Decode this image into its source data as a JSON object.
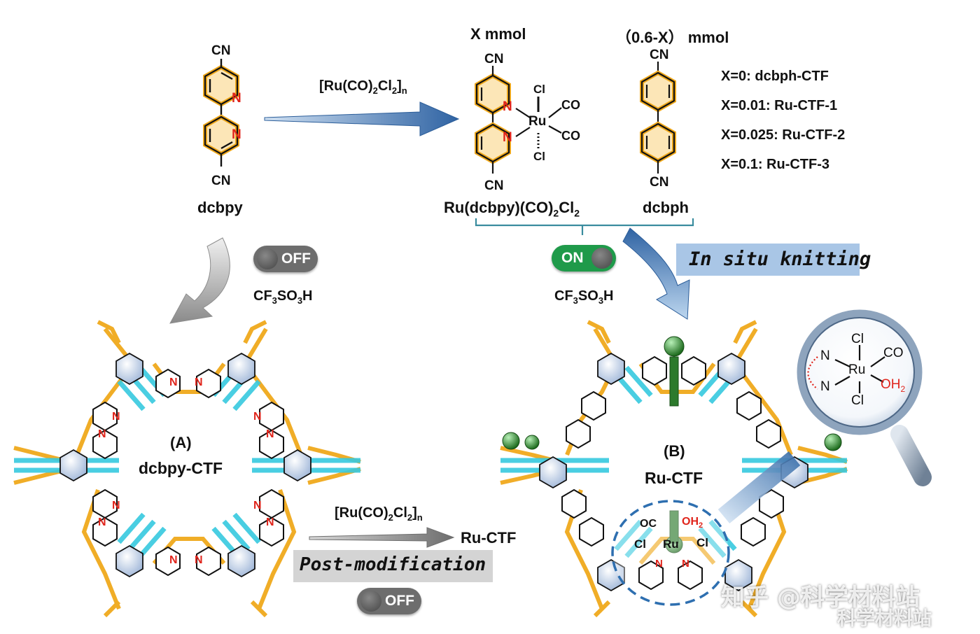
{
  "colors": {
    "ring_yellow": "#f5b731",
    "nitrogen_red": "#e0241b",
    "framework_orange": "#f0a91c",
    "framework_cyan": "#36c9df",
    "triazine_blue": "#b9cbe6",
    "ru_green": "#2c7a2c",
    "arrow_blue": "#3e72ad",
    "arrow_gray": "#9a9a9a",
    "toggle_gray": "#6d6d6d",
    "toggle_green": "#1f9a4a",
    "banner_blue": "#a9c6e6",
    "banner_gray": "#d4d4d4"
  },
  "top_left": {
    "monomer_label": "dcbpy",
    "cn_top": "CN",
    "cn_bottom": "CN",
    "n_label": "N"
  },
  "arrow_reagent": {
    "text": "[Ru(CO)",
    "sub1": "2",
    "text2": "Cl",
    "sub2": "2",
    "text3": "]",
    "sub3": "n"
  },
  "complex": {
    "amount": "X mmol",
    "cn_top": "CN",
    "cn_bottom": "CN",
    "n_label": "N",
    "cl_label": "Cl",
    "ru_label": "Ru",
    "co_label": "CO",
    "name_a": "Ru(dcbpy)(CO)",
    "name_sub1": "2",
    "name_b": "Cl",
    "name_sub2": "2"
  },
  "linker": {
    "amount": "（0.6-X） mmol",
    "cn_top": "CN",
    "cn_bottom": "CN",
    "label": "dcbph"
  },
  "x_values": [
    "X=0: dcbph-CTF",
    "X=0.01: Ru-CTF-1",
    "X=0.025: Ru-CTF-2",
    "X=0.1: Ru-CTF-3"
  ],
  "left_path": {
    "toggle": "OFF",
    "acid_a": "CF",
    "acid_sub1": "3",
    "acid_b": "SO",
    "acid_sub2": "3",
    "acid_c": "H",
    "framework_tag": "(A)",
    "framework_name": "dcbpy-CTF"
  },
  "right_path": {
    "toggle": "ON",
    "acid_a": "CF",
    "acid_sub1": "3",
    "acid_b": "SO",
    "acid_sub2": "3",
    "acid_c": "H",
    "banner": "In situ knitting",
    "framework_tag": "(B)",
    "framework_name": "Ru-CTF"
  },
  "post_mod": {
    "reagent": "[Ru(CO)",
    "sub1": "2",
    "reagent2": "Cl",
    "sub2": "2",
    "reagent3": "]",
    "sub3": "n",
    "product": "Ru-CTF",
    "banner": "Post-modification",
    "toggle": "OFF"
  },
  "magnifier": {
    "n1": "N",
    "n2": "N",
    "cl_top": "Cl",
    "cl_bottom": "Cl",
    "ru": "Ru",
    "co": "CO",
    "oh": "OH",
    "oh_sub": "2"
  },
  "site_inset": {
    "oc": "OC",
    "oh": "OH",
    "oh_sub": "2",
    "cl_left": "Cl",
    "ru": "Ru",
    "cl_right": "Cl",
    "n": "N"
  },
  "watermark": {
    "main": "知乎 @科学材料站",
    "sub": "科学材料站"
  }
}
